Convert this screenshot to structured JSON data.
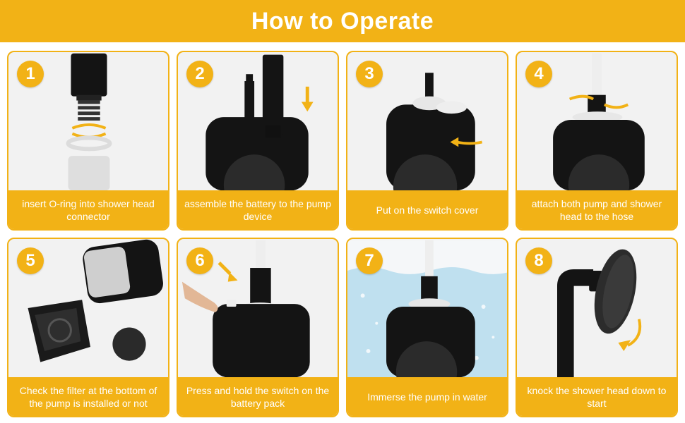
{
  "header": {
    "title": "How to Operate"
  },
  "steps": [
    {
      "number": "1",
      "caption": "insert O-ring into shower head connector"
    },
    {
      "number": "2",
      "caption": "assemble the battery to the pump device"
    },
    {
      "number": "3",
      "caption": "Put on the switch cover"
    },
    {
      "number": "4",
      "caption": "attach both pump and shower head to the hose"
    },
    {
      "number": "5",
      "caption": "Check the filter at the bottom of the pump is installed or not"
    },
    {
      "number": "6",
      "caption": "Press and hold the switch on the battery pack"
    },
    {
      "number": "7",
      "caption": "Immerse the pump in water"
    },
    {
      "number": "8",
      "caption": "knock the shower head down to start"
    }
  ],
  "colors": {
    "accent": "#f2b216",
    "device": "#141414",
    "panel": "#f2f2f2"
  }
}
